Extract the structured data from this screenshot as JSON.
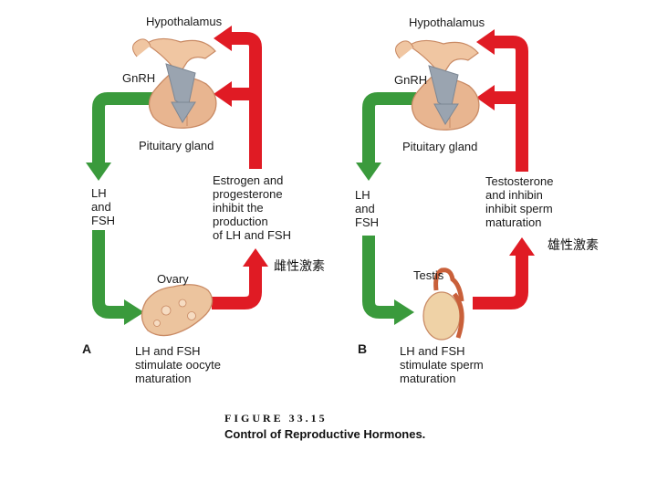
{
  "panel_a": {
    "letter": "A",
    "hypothalamus": "Hypothalamus",
    "gnrh": "GnRH",
    "pituitary": "Pituitary gland",
    "lh_fsh": "LH\nand\nFSH",
    "feedback": "Estrogen and\nprogesterone\ninhibit the\nproduction\nof LH and FSH",
    "chinese": "雌性激素",
    "organ": "Ovary",
    "stimulate": "LH and FSH\nstimulate oocyte\nmaturation"
  },
  "panel_b": {
    "letter": "B",
    "hypothalamus": "Hypothalamus",
    "gnrh": "GnRH",
    "pituitary": "Pituitary gland",
    "lh_fsh": "LH\nand\nFSH",
    "feedback": "Testosterone\nand inhibin\ninhibit sperm\nmaturation",
    "chinese": "雄性激素",
    "organ": "Testis",
    "stimulate": "LH and FSH\nstimulate sperm\nmaturation"
  },
  "figure": {
    "number": "FIGURE 33.15",
    "caption": "Control of Reproductive Hormones."
  },
  "colors": {
    "green": "#3a9a3c",
    "red": "#e01b24",
    "tissue": "#e8b590",
    "tissue_dark": "#c98a64",
    "gray_arrow": "#9aa4b0"
  }
}
